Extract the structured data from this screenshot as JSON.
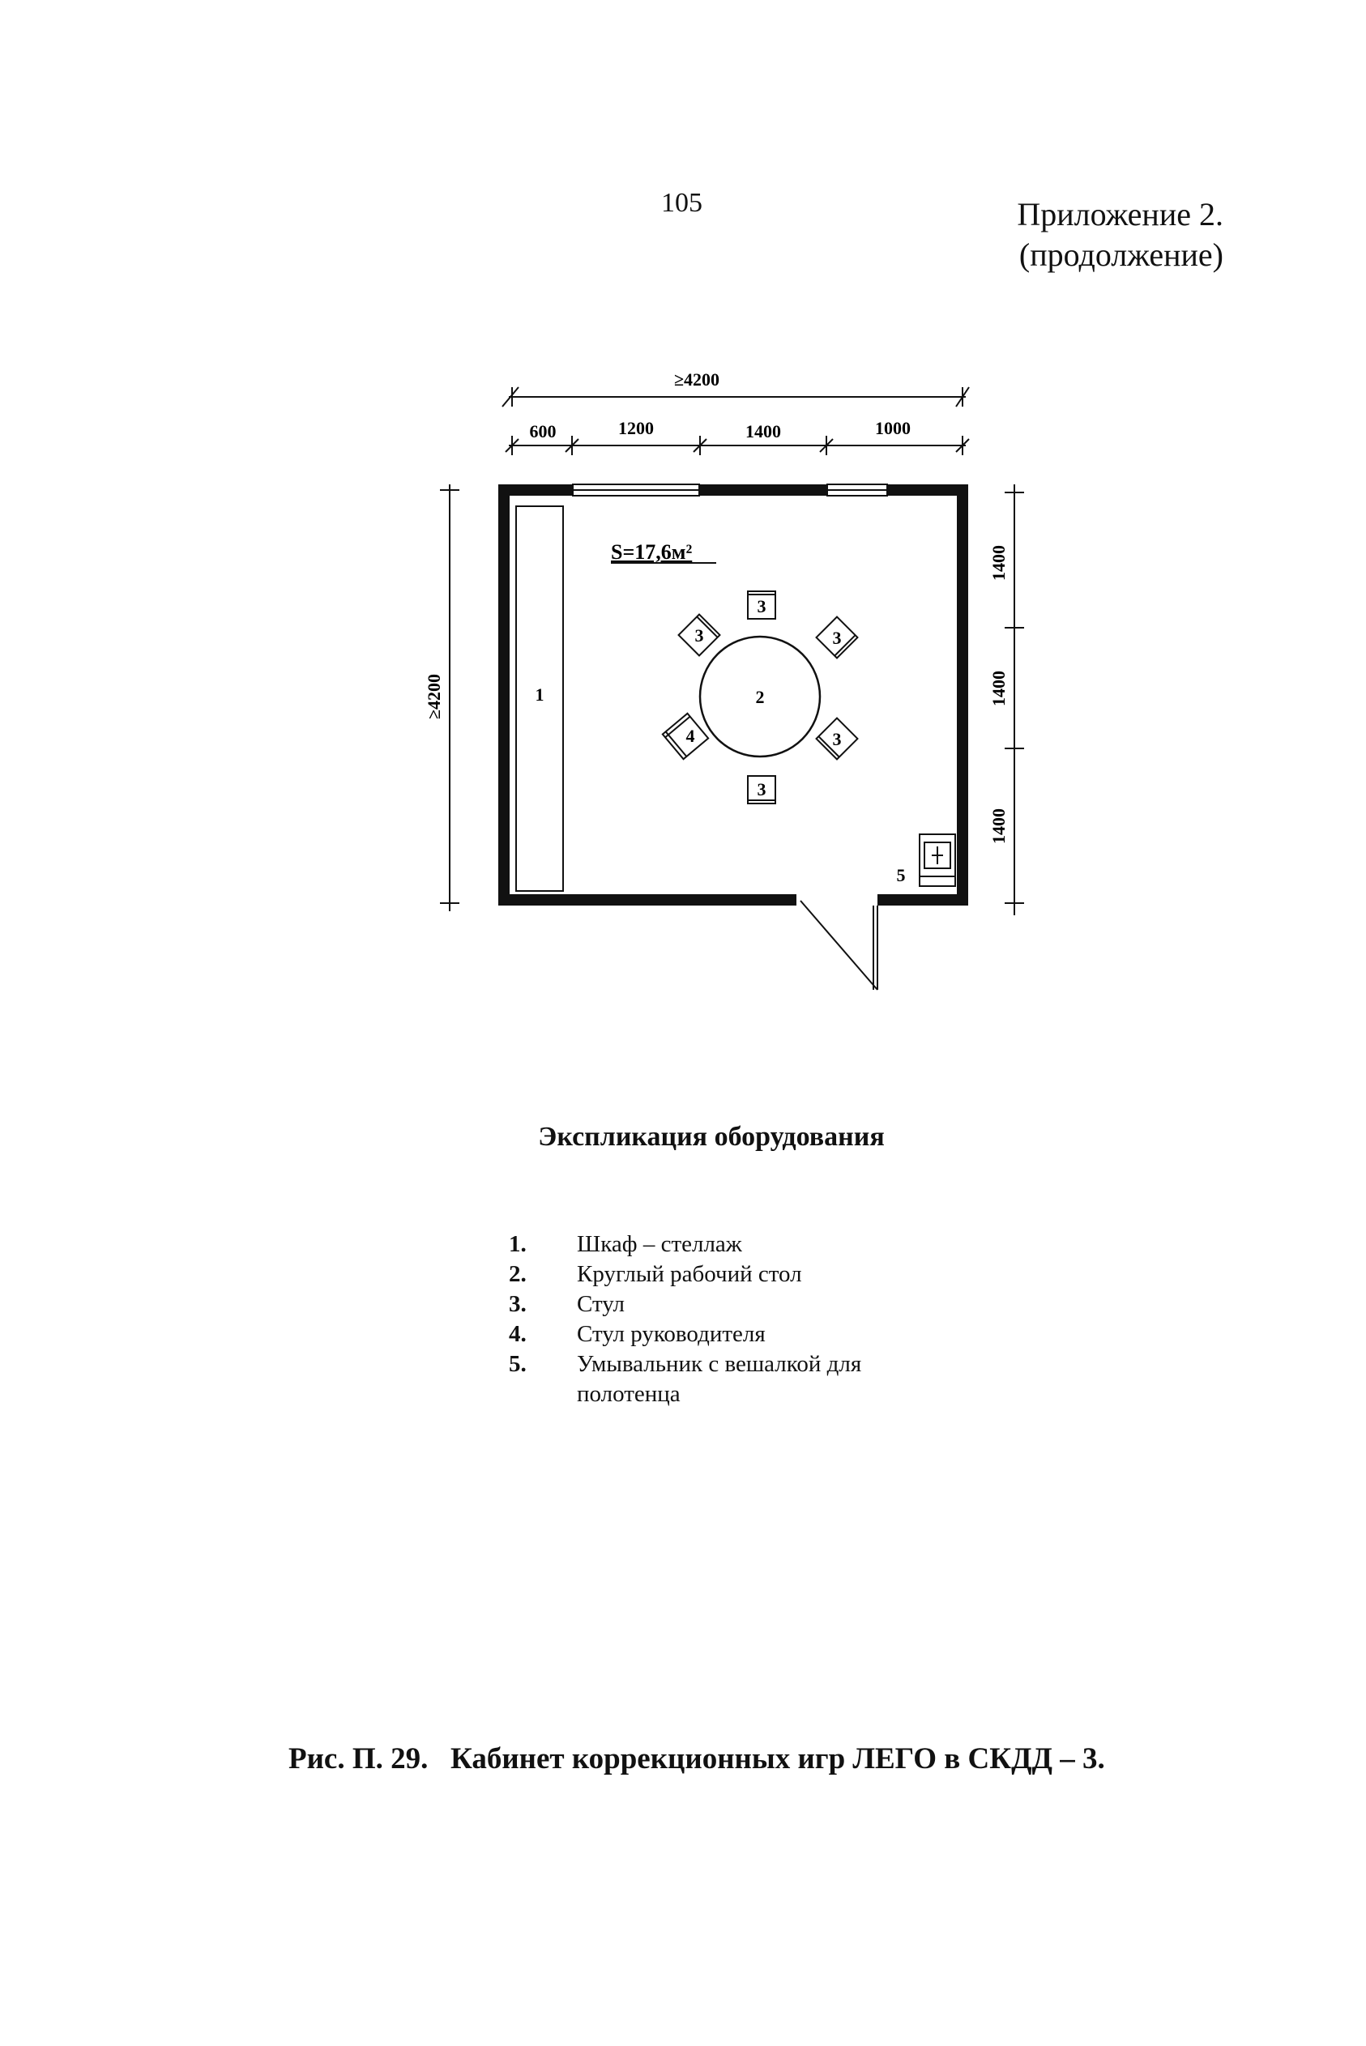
{
  "header": {
    "page_number": "105",
    "appendix_line1": "Приложение 2.",
    "appendix_line2": "(продолжение)"
  },
  "plan": {
    "total_width": "≥4200",
    "segments": [
      "600",
      "1200",
      "1400",
      "1000"
    ],
    "total_height": "≥4200",
    "right_segments": [
      "1400",
      "1400",
      "1400"
    ],
    "area": "S=17,6м²",
    "labels": {
      "shelf": "1",
      "table": "2",
      "chair": "3",
      "leader_chair": "4",
      "sink": "5"
    }
  },
  "explication": {
    "title": "Экспликация оборудования",
    "items": [
      {
        "num": "1.",
        "text": "Шкаф – стеллаж"
      },
      {
        "num": "2.",
        "text": "Круглый рабочий стол"
      },
      {
        "num": "3.",
        "text": "Стул"
      },
      {
        "num": "4.",
        "text": "Стул руководителя"
      },
      {
        "num": "5.",
        "text": "Умывальник с вешалкой для полотенца"
      }
    ]
  },
  "caption": {
    "label": "Рис. П. 29.",
    "text": "Кабинет коррекционных игр ЛЕГО в СКДД – 3."
  }
}
